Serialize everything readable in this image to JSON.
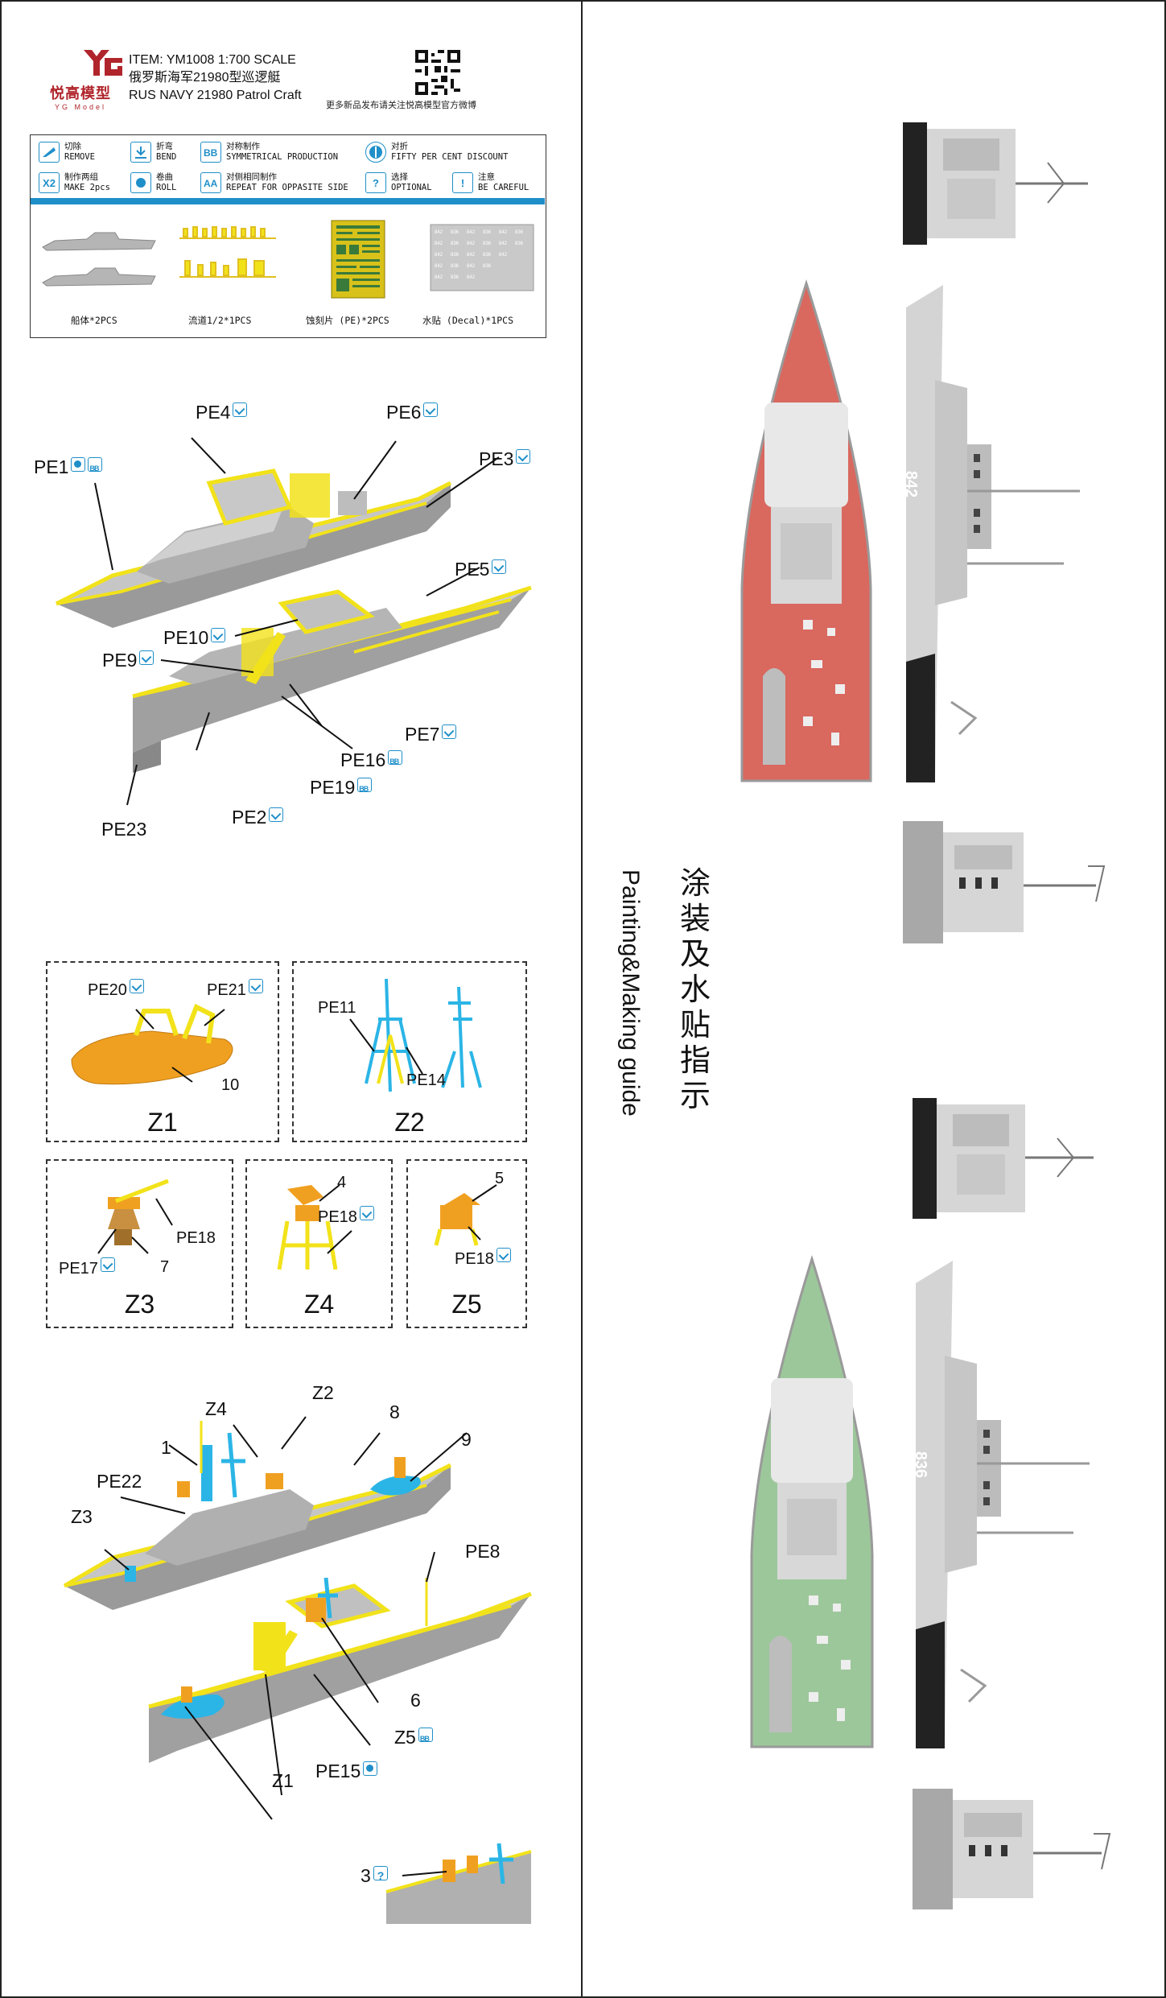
{
  "header": {
    "logo_cn": "悦高模型",
    "logo_en": "YG Model",
    "item": "ITEM: YM1008 1:700 SCALE",
    "title_cn": "俄罗斯海军21980型巡逻艇",
    "title_en": "RUS NAVY 21980 Patrol Craft",
    "follow_text": "更多新品发布请关注悦高模型官方微博"
  },
  "legend": {
    "symbols": [
      {
        "cn": "切除",
        "en": "REMOVE",
        "icon": "remove-icon"
      },
      {
        "cn": "折弯",
        "en": "BEND",
        "icon": "bend-icon"
      },
      {
        "cn": "对称制作",
        "en": "SYMMETRICAL PRODUCTION",
        "icon": "symmetrical-icon"
      },
      {
        "cn": "对折",
        "en": "FIFTY PER CENT DISCOUNT",
        "icon": "fold-icon"
      },
      {
        "cn": "制作两组",
        "en": "MAKE 2pcs",
        "icon": "make-two-icon",
        "glyph": "X2"
      },
      {
        "cn": "卷曲",
        "en": "ROLL",
        "icon": "roll-icon"
      },
      {
        "cn": "对侧相同制作",
        "en": "REPEAT FOR OPPASITE SIDE",
        "icon": "repeat-opposite-icon"
      },
      {
        "cn": "选择",
        "en": "OPTIONAL",
        "icon": "optional-icon",
        "glyph": "?"
      },
      {
        "cn": "注意",
        "en": "BE CAREFUL",
        "icon": "careful-icon",
        "glyph": "!"
      }
    ],
    "parts": [
      "船体*2PCS",
      "流道1/2*1PCS",
      "蚀刻片 (PE)*2PCS",
      "水贴 (Decal)*1PCS"
    ]
  },
  "colors": {
    "accent": "#1f8fc9",
    "brand": "#b0252c",
    "pe_yellow": "#f2e21a",
    "resin_grey": "#a9a9a9",
    "cyan_part": "#2bb5e6",
    "orange_part": "#f0a020",
    "deck_red": "#d9685f",
    "deck_green": "#9cc79a",
    "hull_black": "#222222"
  },
  "callouts_top": [
    "PE4",
    "PE6",
    "PE1",
    "PE3",
    "PE5",
    "PE10",
    "PE9",
    "PE7",
    "PE16",
    "PE19",
    "PE2",
    "PE23"
  ],
  "zboxes": [
    {
      "label": "Z1",
      "parts": [
        "PE20",
        "PE21",
        "10"
      ]
    },
    {
      "label": "Z2",
      "parts": [
        "PE11",
        "PE14"
      ]
    },
    {
      "label": "Z3",
      "parts": [
        "PE18",
        "PE17",
        "7"
      ]
    },
    {
      "label": "Z4",
      "parts": [
        "4",
        "PE18"
      ]
    },
    {
      "label": "Z5",
      "parts": [
        "5",
        "PE18"
      ]
    }
  ],
  "callouts_bottom": [
    "Z4",
    "Z2",
    "8",
    "1",
    "9",
    "PE22",
    "Z3",
    "PE8",
    "6",
    "Z5",
    "PE15",
    "Z1",
    "3"
  ],
  "guide": {
    "cn": "涂装及水贴指示",
    "en": "Painting&Making guide"
  },
  "hull_numbers": [
    "842",
    "836"
  ]
}
